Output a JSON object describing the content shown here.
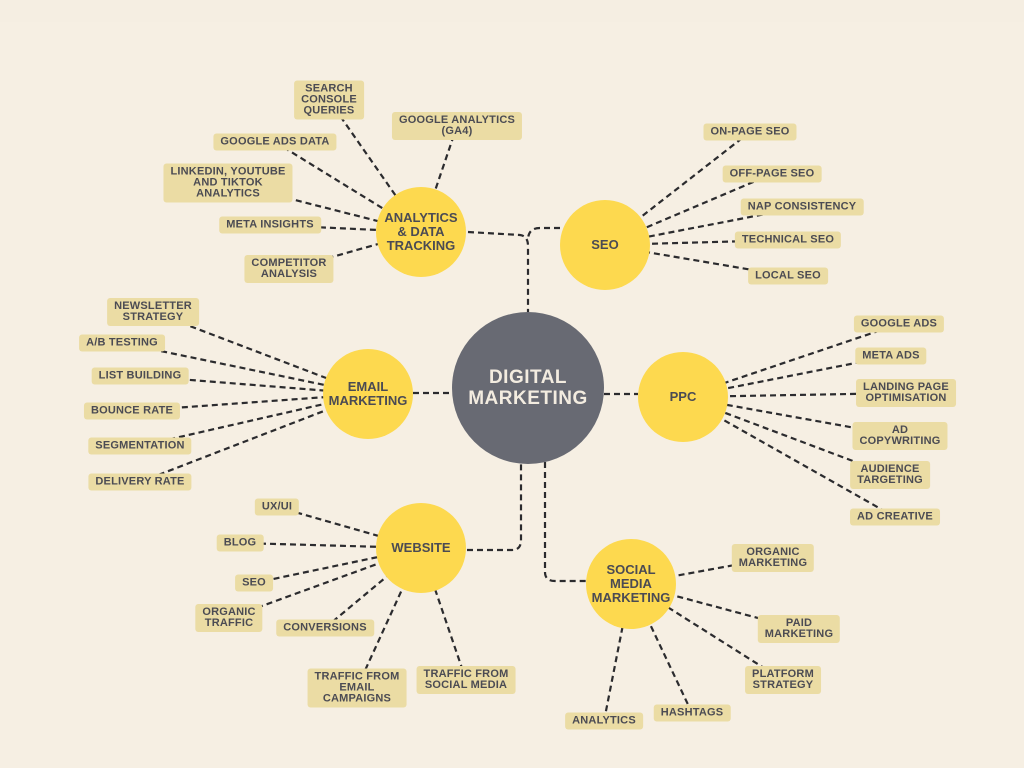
{
  "center": {
    "label": "DIGITAL\nMARKETING"
  },
  "colors": {
    "center": "#686a73",
    "hub": "#fdd94f",
    "leaf": "#ebdca4",
    "text": "#4b4b53",
    "background": "#f6efe3"
  },
  "hubs": [
    {
      "id": "analytics",
      "label": "ANALYTICS\n& DATA\nTRACKING",
      "leaves": [
        "SEARCH\nCONSOLE\nQUERIES",
        "GOOGLE ANALYTICS\n(GA4)",
        "GOOGLE ADS DATA",
        "LINKEDIN, YOUTUBE\nAND TIKTOK\nANALYTICS",
        "META INSIGHTS",
        "COMPETITOR\nANALYSIS"
      ]
    },
    {
      "id": "seo",
      "label": "SEO",
      "leaves": [
        "ON-PAGE SEO",
        "OFF-PAGE SEO",
        "NAP CONSISTENCY",
        "TECHNICAL SEO",
        "LOCAL SEO"
      ]
    },
    {
      "id": "email",
      "label": "EMAIL\nMARKETING",
      "leaves": [
        "NEWSLETTER\nSTRATEGY",
        "A/B TESTING",
        "LIST BUILDING",
        "BOUNCE RATE",
        "SEGMENTATION",
        "DELIVERY RATE"
      ]
    },
    {
      "id": "ppc",
      "label": "PPC",
      "leaves": [
        "GOOGLE ADS",
        "META ADS",
        "LANDING PAGE\nOPTIMISATION",
        "AD\nCOPYWRITING",
        "AUDIENCE\nTARGETING",
        "AD CREATIVE"
      ]
    },
    {
      "id": "website",
      "label": "WEBSITE",
      "leaves": [
        "UX/UI",
        "BLOG",
        "SEO",
        "ORGANIC\nTRAFFIC",
        "CONVERSIONS",
        "TRAFFIC FROM\nEMAIL\nCAMPAIGNS",
        "TRAFFIC FROM\nSOCIAL MEDIA"
      ]
    },
    {
      "id": "social",
      "label": "SOCIAL\nMEDIA\nMARKETING",
      "leaves": [
        "ORGANIC\nMARKETING",
        "PAID\nMARKETING",
        "PLATFORM\nSTRATEGY",
        "HASHTAGS",
        "ANALYTICS"
      ]
    }
  ]
}
